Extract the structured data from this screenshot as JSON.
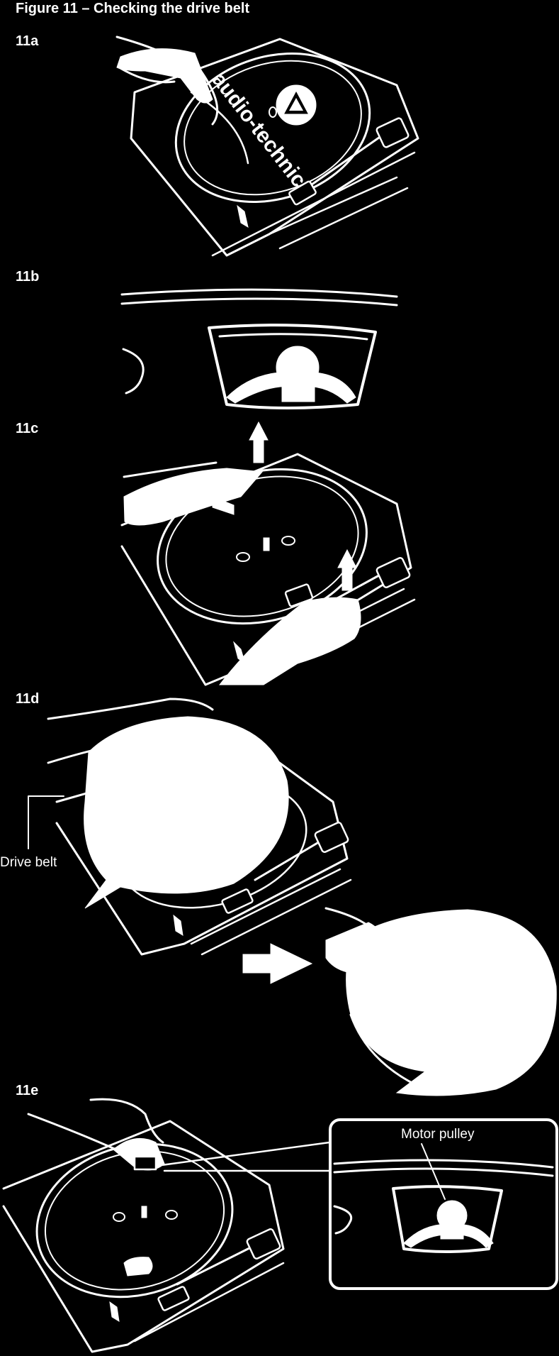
{
  "figure": {
    "title": "Figure 11 – Checking the drive belt",
    "panels": [
      {
        "id": "11a",
        "label": "11a"
      },
      {
        "id": "11b",
        "label": "11b"
      },
      {
        "id": "11c",
        "label": "11c"
      },
      {
        "id": "11d",
        "label": "11d",
        "callout": "Drive belt"
      },
      {
        "id": "11e",
        "label": "11e",
        "callout": "Motor pulley"
      }
    ],
    "record_label_text": "audio-technica",
    "colors": {
      "background": "#000000",
      "line": "#ffffff"
    }
  }
}
